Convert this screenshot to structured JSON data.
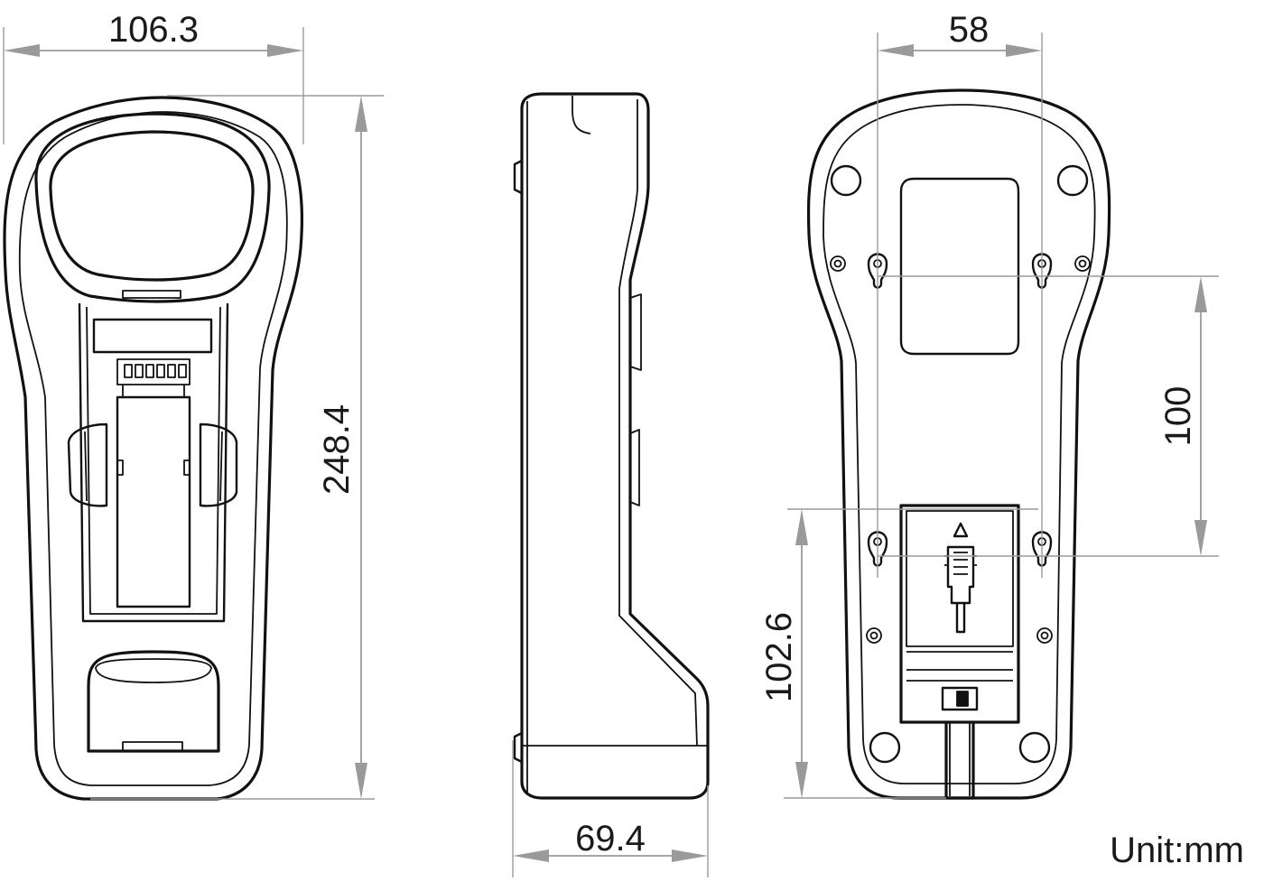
{
  "dimensions": {
    "front_width": "106.3",
    "front_height": "248.4",
    "side_depth": "69.4",
    "rear_hole_spacing_h": "58",
    "rear_hole_spacing_v": "100",
    "rear_hole_to_bottom": "102.6"
  },
  "unit_label": "Unit:mm"
}
